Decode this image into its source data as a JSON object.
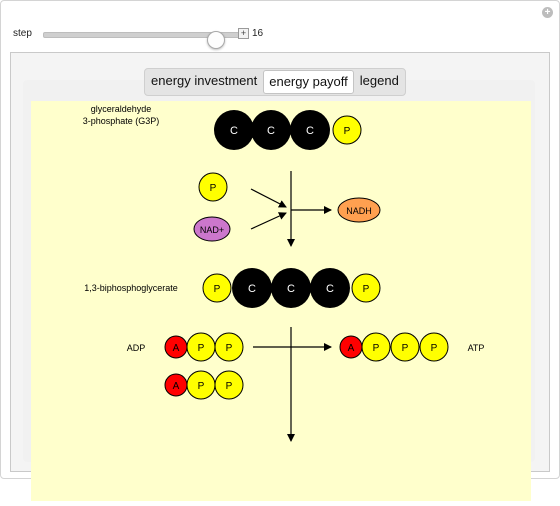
{
  "controls": {
    "step_label": "step",
    "step_value": "16",
    "plus_glyph": "+"
  },
  "tabs": [
    {
      "label": "energy investment",
      "active": false
    },
    {
      "label": "energy payoff",
      "active": true
    },
    {
      "label": "legend",
      "active": false
    }
  ],
  "labels": {
    "g3p_line1": "glyceraldehyde",
    "g3p_line2": "3-phosphate (G3P)",
    "bpg": "1,3-biphosphoglycerate",
    "adp": "ADP",
    "atp": "ATP"
  },
  "atoms": {
    "carbon": "C",
    "phosphate": "P",
    "adenosine": "A",
    "nad_plus": "NAD+",
    "nadh": "NADH"
  },
  "colors": {
    "carbon": "#000000",
    "phosphate": "#ffff00",
    "adenosine": "#ff0000",
    "nad_plus": "#cc77cc",
    "nadh": "#ffa050",
    "background": "#ffffcc"
  }
}
